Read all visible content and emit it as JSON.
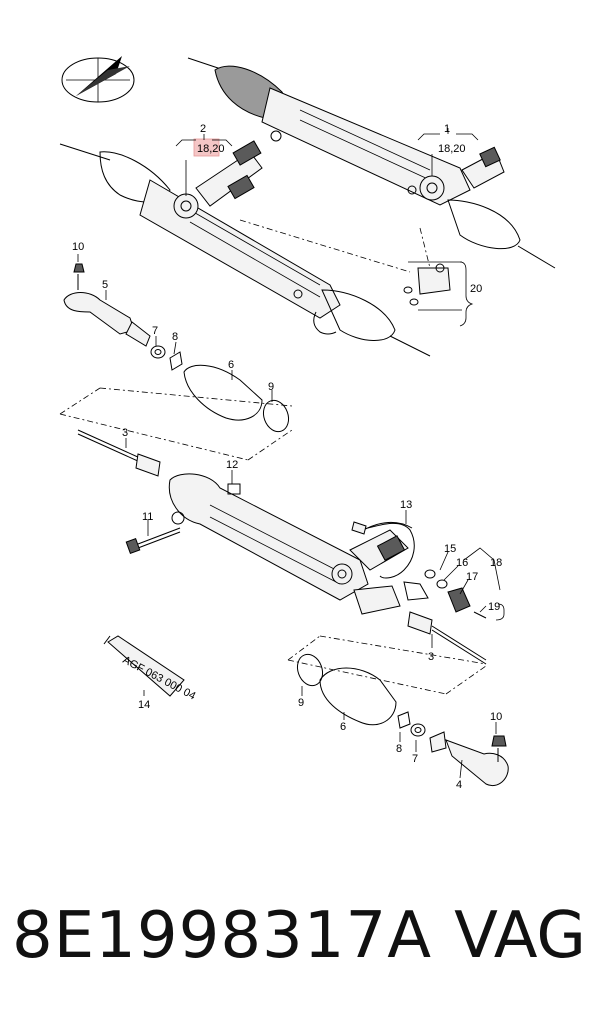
{
  "diagram": {
    "callouts": {
      "c1": "1",
      "c1_sub": "18,20",
      "c2": "2",
      "c2_sub": "18,20",
      "c3a": "3",
      "c3b": "3",
      "c4": "4",
      "c5": "5",
      "c6a": "6",
      "c6b": "6",
      "c7a": "7",
      "c7b": "7",
      "c8a": "8",
      "c8b": "8",
      "c9a": "9",
      "c9b": "9",
      "c10a": "10",
      "c10b": "10",
      "c11": "11",
      "c12": "12",
      "c13": "13",
      "c14": "14",
      "c15": "15",
      "c16": "16",
      "c17": "17",
      "c18": "18",
      "c19": "19",
      "c20": "20"
    },
    "tube_label": "AGF 063 000 04",
    "highlight_color": "#f4c6c6"
  },
  "footer": {
    "part_number": "8E1998317A",
    "brand": "VAG"
  }
}
